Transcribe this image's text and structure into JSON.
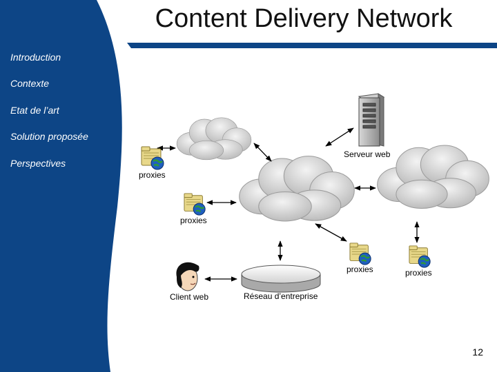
{
  "slide": {
    "title": "Content Delivery Network",
    "page_number": "12"
  },
  "nav": {
    "items": [
      "Introduction",
      "Contexte",
      "Etat de l’art",
      "Solution proposée",
      "Perspectives"
    ]
  },
  "diagram": {
    "labels": {
      "server": "Serveur web",
      "proxy_1": "proxies",
      "proxy_2": "proxies",
      "proxy_3": "proxies",
      "proxy_4": "proxies",
      "client": "Client web",
      "network": "Réseau d’entreprise"
    }
  },
  "colors": {
    "sidebar": "#0d4586",
    "accent_bar": "#0d4586",
    "cloud_fill": "#cfcfcf",
    "cloud_stroke": "#9a9a9a"
  },
  "icons": [
    "server-icon",
    "proxy-folder-icon",
    "globe-icon",
    "client-person-icon",
    "network-disk-icon",
    "cloud-icon"
  ]
}
